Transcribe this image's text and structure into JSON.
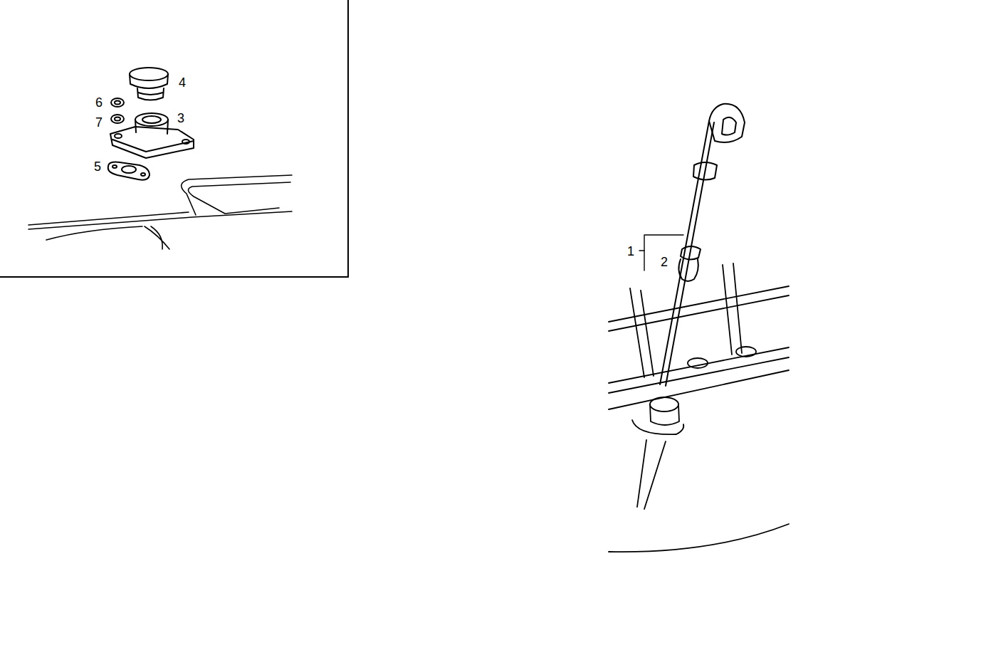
{
  "diagram": {
    "labels": [
      "4",
      "6",
      "7",
      "3",
      "5",
      "1",
      "2"
    ]
  }
}
